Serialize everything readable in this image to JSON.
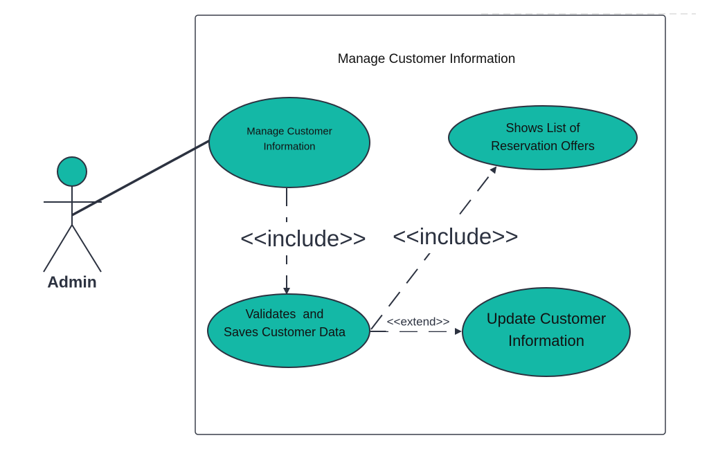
{
  "diagram": {
    "system_title": "Manage Customer Information",
    "actor": {
      "name": "Admin"
    },
    "use_cases": {
      "manage": {
        "line1": "Manage Customer",
        "line2": "Information"
      },
      "shows_list": {
        "line1": "Shows List of",
        "line2": "Reservation Offers"
      },
      "validates": {
        "line1": "Validates  and",
        "line2": "Saves Customer Data"
      },
      "update": {
        "line1": "Update Customer",
        "line2": "Information"
      }
    },
    "relationships": {
      "include_1": "<<include>>",
      "include_2": "<<include>>",
      "extend": "<<extend>>"
    },
    "colors": {
      "use_case_fill": "#14b8a6",
      "stroke": "#2c3240",
      "system_border": "#3a3f4a"
    }
  }
}
